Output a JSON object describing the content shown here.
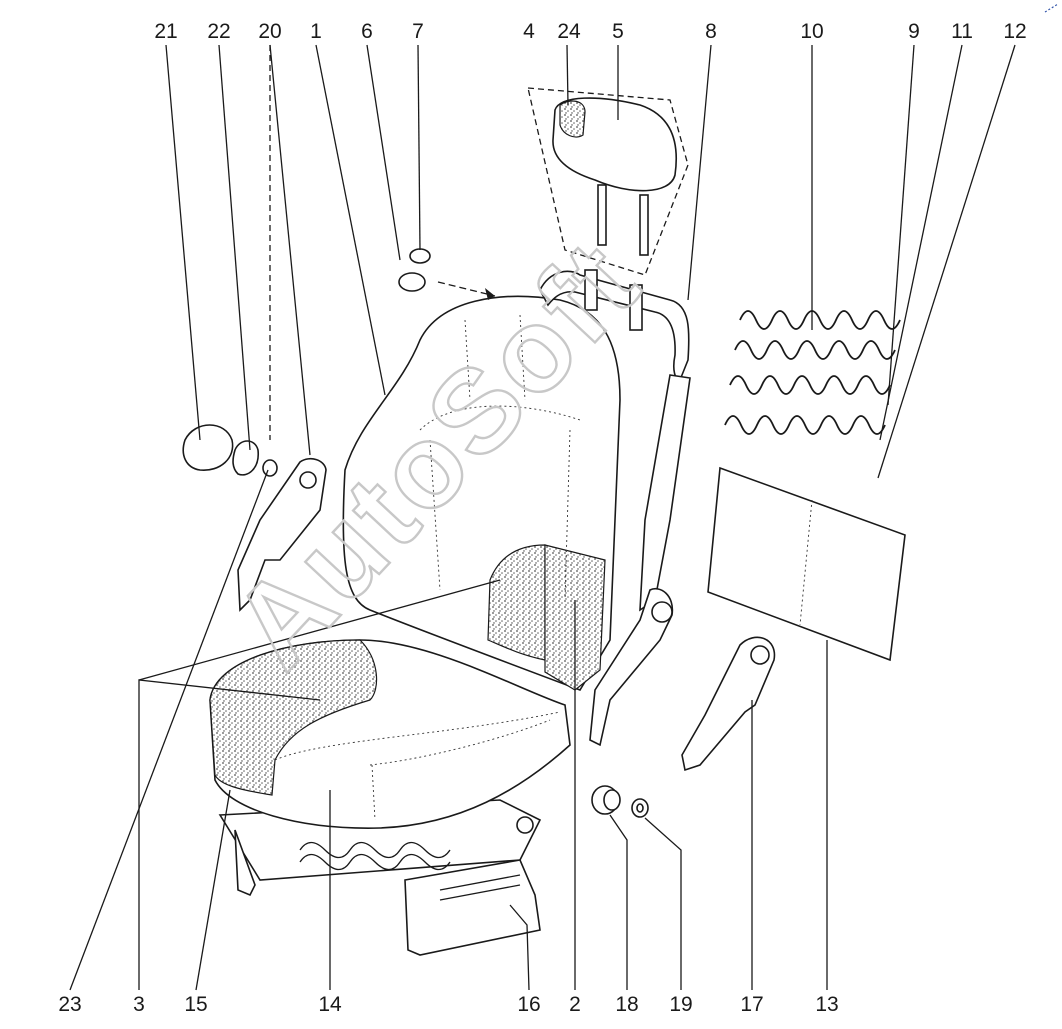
{
  "watermark": "AutoSoft",
  "labels_top": [
    "21",
    "22",
    "20",
    "1",
    "6",
    "7",
    "4",
    "24",
    "5",
    "8",
    "10",
    "9",
    "11",
    "12"
  ],
  "labels_bottom": [
    "23",
    "3",
    "15",
    "14",
    "16",
    "2",
    "18",
    "19",
    "17",
    "13"
  ],
  "colors": {
    "line": "#1a1a1a",
    "watermark": "#c8c8c8",
    "stipple": "#888888",
    "background": "#ffffff"
  }
}
